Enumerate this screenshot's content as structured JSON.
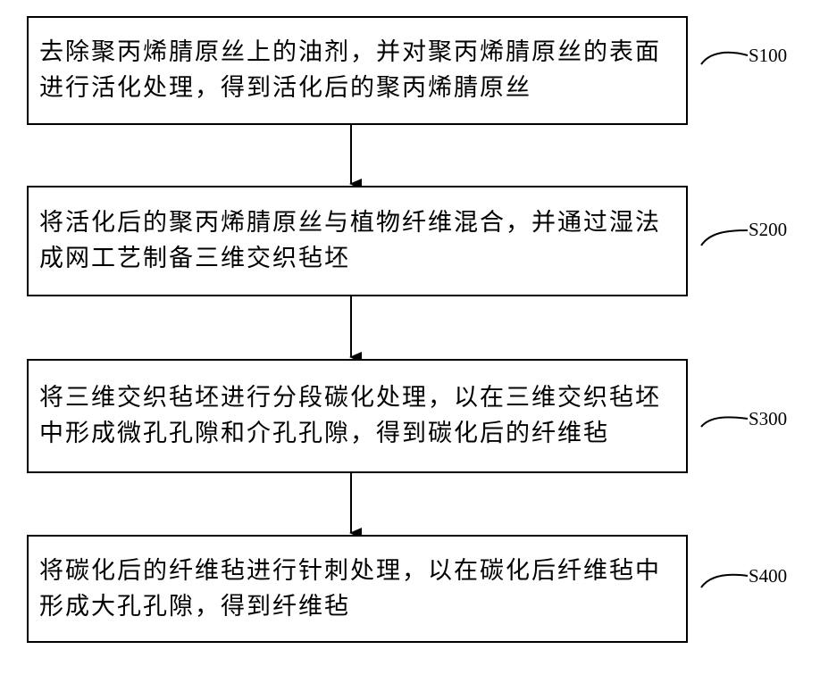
{
  "steps": [
    {
      "id": "S100",
      "label": "S100",
      "text": "去除聚丙烯腈原丝上的油剂，并对聚丙烯腈原丝的表面进行活化处理，得到活化后的聚丙烯腈原丝"
    },
    {
      "id": "S200",
      "label": "S200",
      "text": "将活化后的聚丙烯腈原丝与植物纤维混合，并通过湿法成网工艺制备三维交织毡坯"
    },
    {
      "id": "S300",
      "label": "S300",
      "text": "将三维交织毡坯进行分段碳化处理，以在三维交织毡坯中形成微孔孔隙和介孔孔隙，得到碳化后的纤维毡"
    },
    {
      "id": "S400",
      "label": "S400",
      "text": "将碳化后的纤维毡进行针刺处理，以在碳化后纤维毡中形成大孔孔隙，得到纤维毡"
    }
  ]
}
